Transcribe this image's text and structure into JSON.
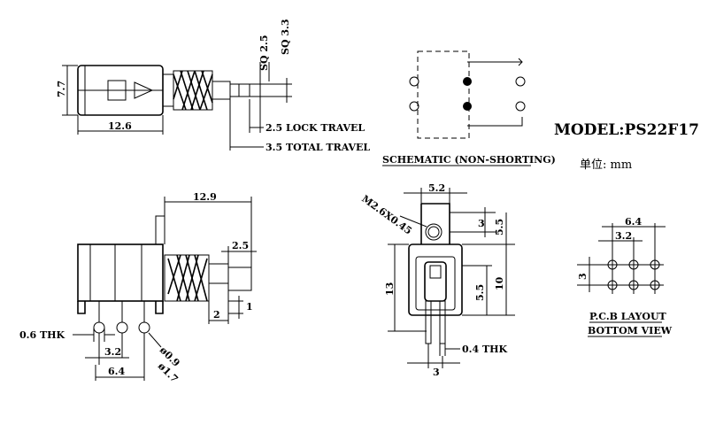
{
  "top_view": {
    "dim_height": "7.7",
    "dim_length": "12.6",
    "dim_sq_small": "SQ 2.5",
    "dim_sq_large": "SQ 3.3",
    "lock_travel": "2.5 LOCK TRAVEL",
    "total_travel": "3.5 TOTAL TRAVEL"
  },
  "schematic": {
    "title": "SCHEMATIC (NON-SHORTING)"
  },
  "model": {
    "label": "MODEL:PS22F17",
    "unit": "单位: mm"
  },
  "side_view": {
    "dim_length": "12.9",
    "dim_plunger": "2.5",
    "dim_2": "2",
    "dim_1": "1",
    "thk": "0.6 THK",
    "pitch_small": "3.2",
    "pitch_large": "6.4",
    "hole_small": "ø0.9",
    "hole_large": "ø1.7"
  },
  "front_view": {
    "screw": "M2.6X0.45",
    "width": "5.2",
    "dim_3_top": "3",
    "dim_5_5_top": "5.5",
    "dim_13": "13",
    "dim_10": "10",
    "dim_5_5_bot": "5.5",
    "thk": "0.4 THK",
    "dim_3_bot": "3"
  },
  "pcb": {
    "dim_6_4": "6.4",
    "dim_3_2": "3.2",
    "dim_3": "3",
    "title_1": "P.C.B LAYOUT",
    "title_2": "BOTTOM VIEW"
  }
}
